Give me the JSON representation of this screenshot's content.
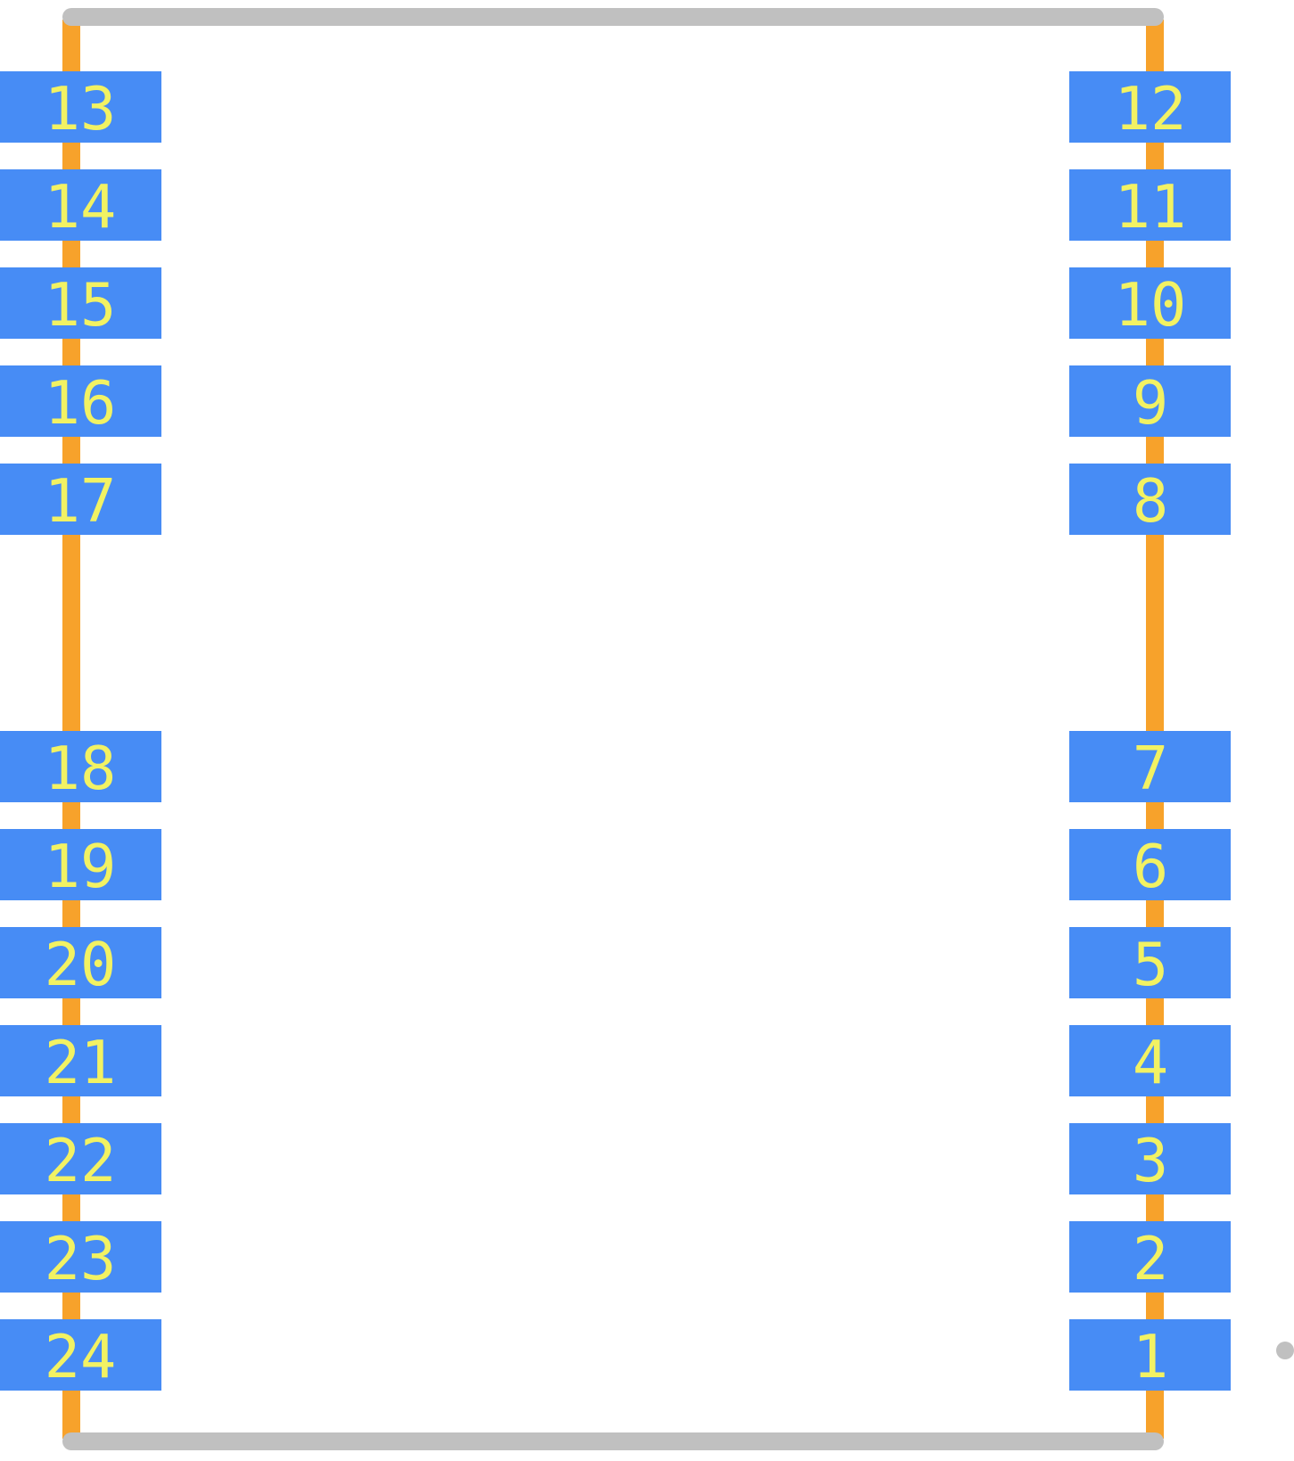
{
  "colors": {
    "background": "#ffffff",
    "outline": "#c0c0c0",
    "side": "#f7a22b",
    "pad": "#478cf5",
    "pad_label": "#f2f263",
    "pin1_marker": "#c0c0c0"
  },
  "pads_left": [
    "13",
    "14",
    "15",
    "16",
    "17",
    "18",
    "19",
    "20",
    "21",
    "22",
    "23",
    "24"
  ],
  "pads_right": [
    "12",
    "11",
    "10",
    "9",
    "8",
    "7",
    "6",
    "5",
    "4",
    "3",
    "2",
    "1"
  ],
  "pin1_marker": "dot"
}
